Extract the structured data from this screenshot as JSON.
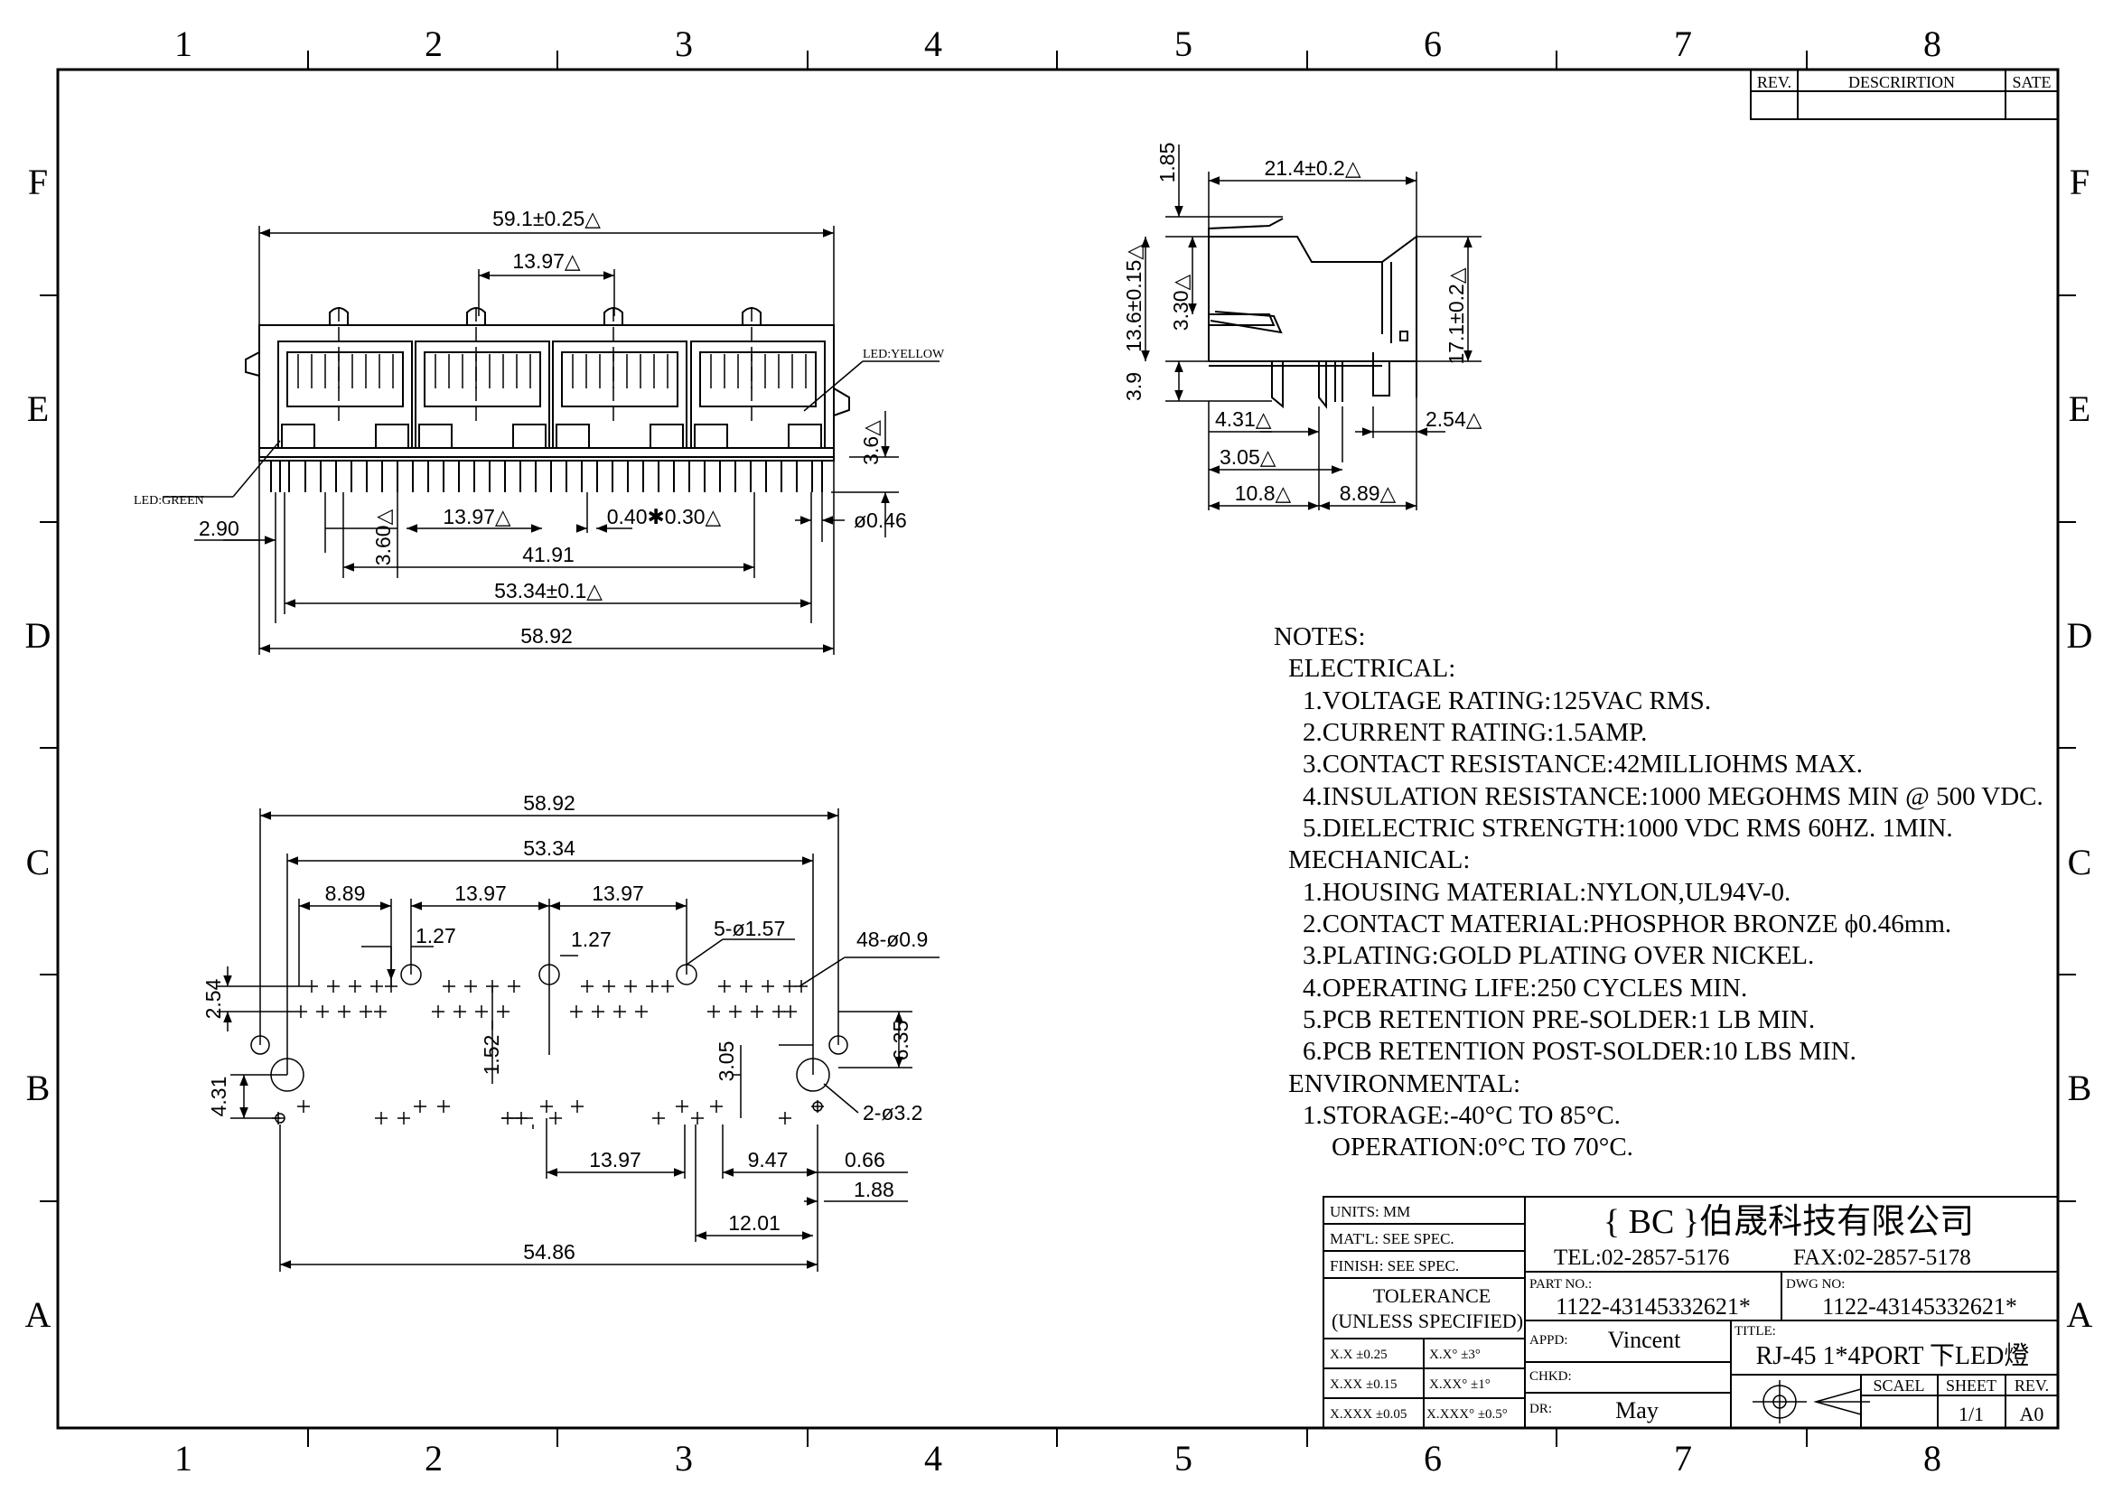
{
  "zones": {
    "columns": [
      "1",
      "2",
      "3",
      "4",
      "5",
      "6",
      "7",
      "8"
    ],
    "rows": [
      "F",
      "E",
      "D",
      "C",
      "B",
      "A"
    ]
  },
  "revision_table": {
    "rev": "REV.",
    "description": "DESCRIRTION",
    "date": "SATE"
  },
  "front_view": {
    "overall_top": "59.1±0.25△",
    "pitch_top": "13.97△",
    "led_yellow": "LED:YELLOW",
    "led_green": "LED:GREEN",
    "height_36": "3.6△",
    "d290": "2.90",
    "d360": "3.60△",
    "d1397": "13.97△",
    "pin_section": "0.40✱0.30△",
    "pin_dia": "ø0.46",
    "d4191": "41.91",
    "d5334": "53.34±0.1△",
    "d5892": "58.92"
  },
  "side_view": {
    "d185": "1.85",
    "d214": "21.4±0.2△",
    "d136": "13.6±0.15△",
    "d330": "3.30△",
    "d171": "17.1±0.2△",
    "d39": "3.9",
    "d431": "4.31△",
    "d254": "2.54△",
    "d305": "3.05△",
    "d108": "10.8△",
    "d889": "8.89△"
  },
  "pcb_view": {
    "d5892": "58.92",
    "d5334": "53.34",
    "d889": "8.89",
    "d1397a": "13.97",
    "d1397b": "13.97",
    "d127a": "1.27",
    "d127b": "1.27",
    "led_holes": "5-ø1.57",
    "pin_holes": "48-ø0.9",
    "d254": "2.54",
    "d635": "6.35",
    "d152": "1.52",
    "d305": "3.05",
    "d431": "4.31",
    "mount_holes": "2-ø3.2",
    "d1397c": "13.97",
    "d947": "9.47",
    "d066": "0.66",
    "d188": "1.88",
    "d1201": "12.01",
    "d5486": "54.86"
  },
  "notes": {
    "heading": "NOTES:",
    "electrical": "ELECTRICAL:",
    "e1": "1.VOLTAGE RATING:125VAC RMS.",
    "e2": "2.CURRENT RATING:1.5AMP.",
    "e3": "3.CONTACT RESISTANCE:42MILLIOHMS MAX.",
    "e4": "4.INSULATION RESISTANCE:1000 MEGOHMS MIN @ 500 VDC.",
    "e5": "5.DIELECTRIC STRENGTH:1000 VDC RMS 60HZ. 1MIN.",
    "mechanical": "MECHANICAL:",
    "m1": "1.HOUSING MATERIAL:NYLON,UL94V-0.",
    "m2": "2.CONTACT MATERIAL:PHOSPHOR BRONZE ϕ0.46mm.",
    "m3": "3.PLATING:GOLD PLATING OVER NICKEL.",
    "m4": "4.OPERATING LIFE:250 CYCLES MIN.",
    "m5": "5.PCB RETENTION PRE-SOLDER:1 LB MIN.",
    "m6": "6.PCB RETENTION POST-SOLDER:10 LBS MIN.",
    "environmental": "ENVIRONMENTAL:",
    "v1": "1.STORAGE:-40°C TO 85°C.",
    "v2": "OPERATION:0°C TO 70°C."
  },
  "title_block": {
    "units": "UNITS: MM",
    "matl": "MAT'L: SEE SPEC.",
    "finish": "FINISH: SEE SPEC.",
    "tolerance": "TOLERANCE",
    "unless": "(UNLESS SPECIFIED)",
    "t1a": "X.X  ±0.25",
    "t1b": "X.X°  ±3°",
    "t2a": "X.XX  ±0.15",
    "t2b": "X.XX°  ±1°",
    "t3a": "X.XXX ±0.05",
    "t3b": "X.XXX° ±0.5°",
    "company": "{ BC }伯晟科技有限公司",
    "tel": "TEL:02-2857-5176",
    "fax": "FAX:02-2857-5178",
    "part_no_label": "PART NO.:",
    "part_no": "1122-43145332621*",
    "dwg_no_label": "DWG NO:",
    "dwg_no": "1122-43145332621*",
    "appd_label": "APPD:",
    "appd": "Vincent",
    "chkd_label": "CHKD:",
    "dr_label": "DR:",
    "dr": "May",
    "title_label": "TITLE:",
    "title": "RJ-45 1*4PORT 下LED燈",
    "scale_label": "SCAEL",
    "sheet_label": "SHEET",
    "rev_label": "REV.",
    "sheet": "1/1",
    "rev": "A0"
  }
}
